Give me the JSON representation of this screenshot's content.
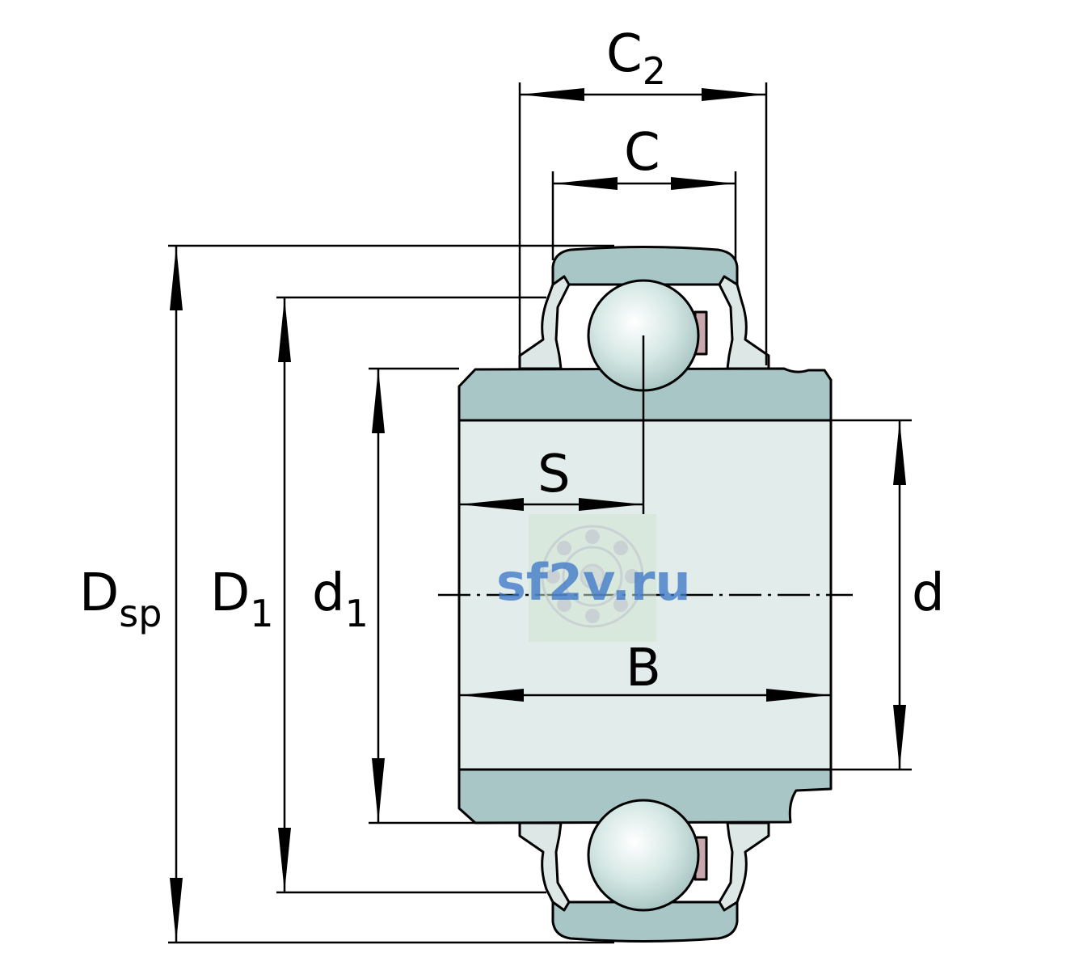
{
  "labels": {
    "c2": {
      "main": "C",
      "sub": "2"
    },
    "c": {
      "main": "C"
    },
    "s": {
      "main": "S"
    },
    "b": {
      "main": "B"
    },
    "d": {
      "main": "d"
    },
    "d1": {
      "main": "d",
      "sub": "1"
    },
    "D1": {
      "main": "D",
      "sub": "1"
    },
    "Dsp": {
      "main": "D",
      "sub": "sp"
    }
  },
  "watermark": {
    "text": "sf2v.ru"
  },
  "colors": {
    "ring_fill": "#a9c6c6",
    "bore_fill": "#e2ecea",
    "ball_fill": "#d4e7e4",
    "cage_fill": "#c9a8ad",
    "seal_fill": "#dde8e6",
    "line": "#000000",
    "watermark": "#3f78c8"
  }
}
